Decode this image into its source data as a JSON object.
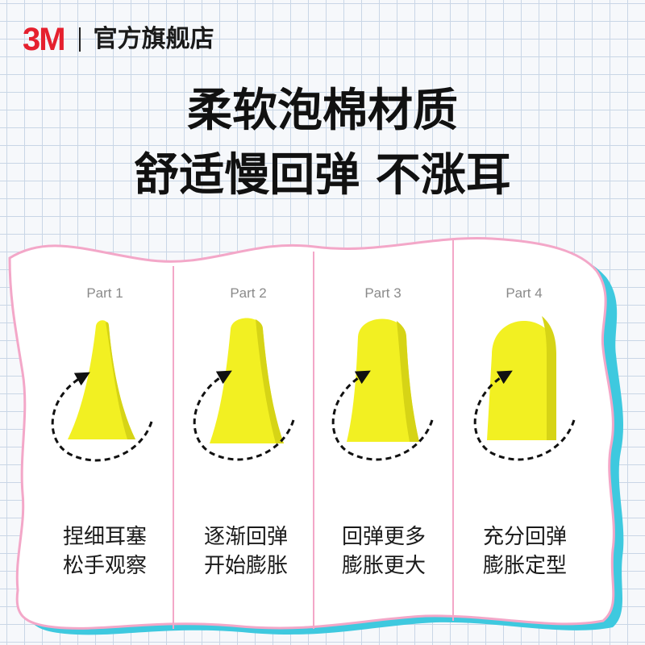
{
  "header": {
    "logo": "3M",
    "store_name": "官方旗舰店"
  },
  "headline": {
    "line1": "柔软泡棉材质",
    "line2": "舒适慢回弹 不涨耳"
  },
  "colors": {
    "brand_red": "#e5202e",
    "card_border": "#f3a7c8",
    "card_shadow": "#3ec9df",
    "earplug": "#f2f022",
    "earplug_shade": "#d6d416"
  },
  "panels": [
    {
      "part_label": "Part 1",
      "caption_line1": "捏细耳塞",
      "caption_line2": "松手观察",
      "icon": "compressed-earplug-icon"
    },
    {
      "part_label": "Part 2",
      "caption_line1": "逐渐回弹",
      "caption_line2": "开始膨胀",
      "icon": "expanding-earplug-icon"
    },
    {
      "part_label": "Part 3",
      "caption_line1": "回弹更多",
      "caption_line2": "膨胀更大",
      "icon": "expanded-earplug-icon"
    },
    {
      "part_label": "Part 4",
      "caption_line1": "充分回弹",
      "caption_line2": "膨胀定型",
      "icon": "full-earplug-icon"
    }
  ]
}
